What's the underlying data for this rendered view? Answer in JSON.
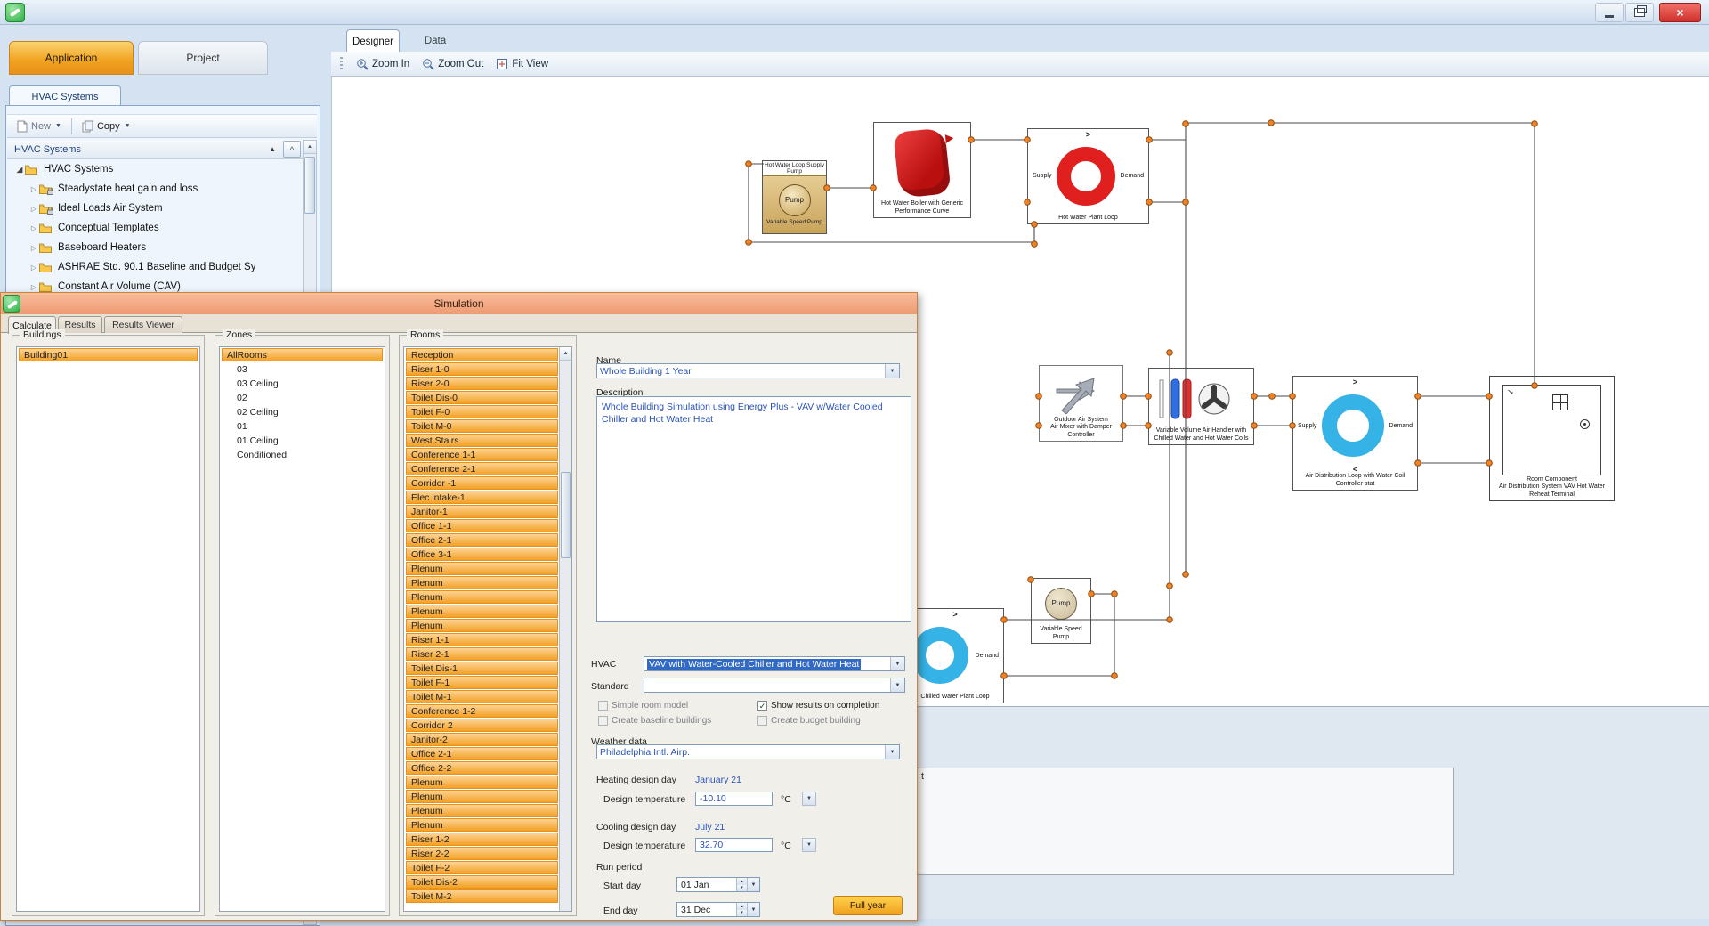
{
  "icons": {
    "close": "×",
    "caret_down": "▼",
    "sort_asc": "▲",
    "collapse_up": "^",
    "tree_collapsed": "▷",
    "tree_expanded": "◢",
    "check": "✓",
    "spin_up": "▴",
    "spin_down": "▾",
    "arrow_right": ">",
    "arrow_left": "<",
    "scroll_up": "▲",
    "room_arrow": "↘"
  },
  "left_panel": {
    "tabs": [
      {
        "label": "Application"
      },
      {
        "label": "Project"
      }
    ],
    "subtab": "HVAC Systems",
    "toolbar": {
      "new_label": "New",
      "copy_label": "Copy"
    },
    "tree_header": "HVAC Systems",
    "tree": {
      "root": "HVAC Systems",
      "items": [
        {
          "label": "Steadystate heat gain and loss",
          "lock": true
        },
        {
          "label": "Ideal Loads Air System",
          "lock": true
        },
        {
          "label": "Conceptual Templates",
          "lock": false
        },
        {
          "label": "Baseboard Heaters",
          "lock": false
        },
        {
          "label": "ASHRAE Std. 90.1 Baseline and Budget Sy",
          "lock": false
        },
        {
          "label": "Constant Air Volume (CAV)",
          "lock": false
        }
      ]
    }
  },
  "main": {
    "tabs": [
      {
        "label": "Designer"
      },
      {
        "label": "Data"
      }
    ],
    "toolbar": [
      "Zoom In",
      "Zoom Out",
      "Fit View"
    ],
    "partial_text": "t"
  },
  "diagram": {
    "pump1": {
      "title": "Hot Water Loop Supply Pump",
      "body": "Pump",
      "caption": "Variable Speed Pump"
    },
    "boiler": {
      "caption": "Hot Water Boiler with Generic Performance Curve"
    },
    "hot_loop": {
      "supply": "Supply",
      "demand": "Demand",
      "caption": "Hot Water Plant Loop"
    },
    "outdoor": {
      "caption1": "Outdoor Air System",
      "caption2": "Air Mixer with Damper Controller"
    },
    "vav": {
      "caption": "Variable Volume Air Handler with Chilled Water and Hot Water Coils"
    },
    "air_loop": {
      "supply": "Supply",
      "demand": "Demand",
      "caption": "Air Distribution Loop with Water Coil Controller stat"
    },
    "room": {
      "caption1": "Room Component",
      "caption2": "Air Distribution System VAV Hot Water Reheat Terminal"
    },
    "pump2": {
      "body": "Pump",
      "caption": "Variable Speed Pump"
    },
    "chilled_loop": {
      "demand": "Demand",
      "caption": "Chilled Water Plant Loop"
    }
  },
  "dialog": {
    "title": "Simulation",
    "tabs": [
      "Calculate",
      "Results",
      "Results Viewer"
    ],
    "buildings": {
      "label": "Buildings",
      "items": [
        "Building01"
      ]
    },
    "zones": {
      "label": "Zones",
      "selected": "AllRooms",
      "items": [
        "03",
        "03 Ceiling",
        "02",
        "02 Ceiling",
        "01",
        "01 Ceiling",
        "Conditioned"
      ]
    },
    "rooms": {
      "label": "Rooms",
      "items": [
        "Reception",
        "Riser 1-0",
        "Riser 2-0",
        "Toilet Dis-0",
        "Toilet F-0",
        "Toilet M-0",
        "West Stairs",
        "Conference 1-1",
        "Conference 2-1",
        "Corridor -1",
        "Elec intake-1",
        "Janitor-1",
        "Office 1-1",
        "Office 2-1",
        "Office 3-1",
        "Plenum",
        "Plenum",
        "Plenum",
        "Plenum",
        "Plenum",
        "Riser 1-1",
        "Riser 2-1",
        "Toilet Dis-1",
        "Toilet F-1",
        "Toilet M-1",
        "Conference 1-2",
        "Corridor 2",
        "Janitor-2",
        "Office 2-1",
        "Office 2-2",
        "Plenum",
        "Plenum",
        "Plenum",
        "Plenum",
        "Riser 1-2",
        "Riser 2-2",
        "Toilet F-2",
        "Toilet Dis-2",
        "Toilet M-2"
      ]
    },
    "form": {
      "name_label": "Name",
      "name_value": "Whole Building 1 Year",
      "description_label": "Description",
      "description_value": "Whole Building Simulation using Energy Plus - VAV w/Water Cooled Chiller and Hot Water Heat",
      "hvac_label": "HVAC",
      "hvac_value": "VAV with Water-Cooled Chiller and Hot Water Heat",
      "standard_label": "Standard",
      "standard_value": "",
      "checkboxes": [
        {
          "label": "Simple room model",
          "checked": false,
          "enabled": false
        },
        {
          "label": "Show results on completion",
          "checked": true,
          "enabled": true
        },
        {
          "label": "Create baseline buildings",
          "checked": false,
          "enabled": false
        },
        {
          "label": "Create budget building",
          "checked": false,
          "enabled": false
        }
      ],
      "weather_label": "Weather data",
      "weather_value": "Philadelphia Intl. Airp.",
      "heating_label": "Heating design day",
      "heating_value": "January 21",
      "design_temp1_label": "Design temperature",
      "design_temp1_value": "-10.10",
      "unit": "°C",
      "cooling_label": "Cooling design day",
      "cooling_value": "July 21",
      "design_temp2_label": "Design temperature",
      "design_temp2_value": "32.70",
      "run_period_label": "Run period",
      "start_label": "Start day",
      "start_value": "01 Jan",
      "end_label": "End day",
      "end_value": "31 Dec",
      "full_year_label": "Full year"
    }
  }
}
